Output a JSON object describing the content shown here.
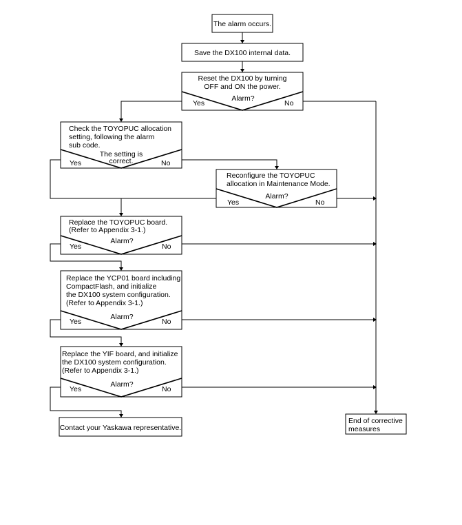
{
  "flowchart": {
    "start": "The alarm occurs.",
    "save": "Save the DX100 internal data.",
    "reset": {
      "lines": [
        "Reset the DX100 by turning",
        "OFF and ON the power."
      ],
      "question": "Alarm?",
      "yes": "Yes",
      "no": "No"
    },
    "check": {
      "lines": [
        "Check the TOYOPUC allocation",
        "setting, following the alarm",
        "sub code."
      ],
      "question_lines": [
        "The setting is",
        "correct."
      ],
      "yes": "Yes",
      "no": "No"
    },
    "reconfigure": {
      "lines": [
        "Reconfigure the TOYOPUC",
        "allocation in Maintenance Mode."
      ],
      "question": "Alarm?",
      "yes": "Yes",
      "no": "No"
    },
    "replace_toyopuc": {
      "lines": [
        "Replace the TOYOPUC board.",
        "(Refer to Appendix 3-1.)"
      ],
      "question": "Alarm?",
      "yes": "Yes",
      "no": "No"
    },
    "replace_ycp01": {
      "lines": [
        "Replace the YCP01 board including",
        "CompactFlash, and initialize",
        "the DX100 system configuration.",
        "(Refer to Appendix 3-1.)"
      ],
      "question": "Alarm?",
      "yes": "Yes",
      "no": "No"
    },
    "replace_yif": {
      "lines": [
        "Replace the YIF board, and initialize",
        "the DX100 system configuration.",
        "(Refer to Appendix 3-1.)"
      ],
      "question": "Alarm?",
      "yes": "Yes",
      "no": "No"
    },
    "contact": "Contact your Yaskawa representative.",
    "end": {
      "lines": [
        "End of corrective",
        "measures"
      ]
    }
  }
}
